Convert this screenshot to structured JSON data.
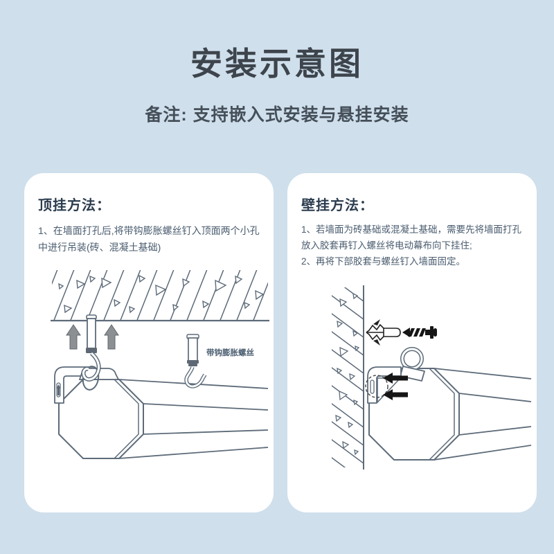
{
  "page": {
    "title": "安装示意图",
    "subtitle": "备注: 支持嵌入式安装与悬挂安装"
  },
  "left_card": {
    "heading": "顶挂方法：",
    "step1": "1、在墙面打孔后,将带钩膨胀螺丝钉入顶面两个小孔中进行吊装(砖、混凝土基础)",
    "screw_label": "带钩膨胀螺丝"
  },
  "right_card": {
    "heading": "壁挂方法：",
    "step1": "1、若墙面为砖基础或混凝土基础，需要先将墙面打孔放入胶套再钉入螺丝将电动幕布向下挂住;",
    "step2": "2、再将下部胶套与螺丝钉入墙面固定。"
  },
  "colors": {
    "background": "#cfdfec",
    "card": "#ffffff",
    "title_text": "#3d444c",
    "heading_text": "#2b3c4e",
    "body_text": "#4a5c6f",
    "line": "#5d6b79",
    "dark_collar": "#5d6874",
    "gray_arrow": "#8d9093",
    "black": "#161616"
  }
}
